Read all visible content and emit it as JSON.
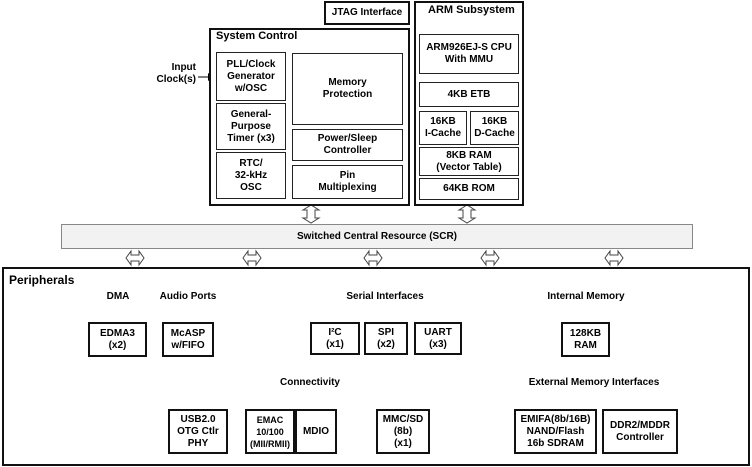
{
  "jtag": "JTAG Interface",
  "input_clock": "Input\nClock(s)",
  "system_control": {
    "title": "System Control",
    "pll": "PLL/Clock\nGenerator\nw/OSC",
    "timer": "General-\nPurpose\nTimer (x3)",
    "rtc": "RTC/\n32-kHz\nOSC",
    "memprot": "Memory\nProtection",
    "power": "Power/Sleep\nController",
    "pinmux": "Pin\nMultiplexing"
  },
  "arm": {
    "title": "ARM Subsystem",
    "cpu": "ARM926EJ-S CPU\nWith MMU",
    "etb": "4KB ETB",
    "icache": "16KB\nI-Cache",
    "dcache": "16KB\nD-Cache",
    "ram": "8KB RAM\n(Vector Table)",
    "rom": "64KB ROM"
  },
  "scr": "Switched Central Resource (SCR)",
  "peripherals": {
    "title": "Peripherals",
    "dma": {
      "label": "DMA",
      "edma": "EDMA3\n(x2)"
    },
    "audio": {
      "label": "Audio Ports",
      "mcasp": "McASP\nw/FIFO"
    },
    "serial": {
      "label": "Serial Interfaces",
      "i2c": "I²C\n(x1)",
      "spi": "SPI\n(x2)",
      "uart": "UART\n(x3)"
    },
    "internal_memory": {
      "label": "Internal Memory",
      "ram": "128KB\nRAM"
    },
    "connectivity": {
      "label": "Connectivity",
      "usb": "USB2.0\nOTG Ctlr\nPHY",
      "emac": "EMAC\n10/100\n(MII/RMII)",
      "mdio": "MDIO",
      "mmc": "MMC/SD\n(8b)\n(x1)"
    },
    "ext_mem": {
      "label": "External Memory Interfaces",
      "emifa": "EMIFA(8b/16B)\nNAND/Flash\n16b SDRAM",
      "ddr": "DDR2/MDDR\nController"
    }
  }
}
